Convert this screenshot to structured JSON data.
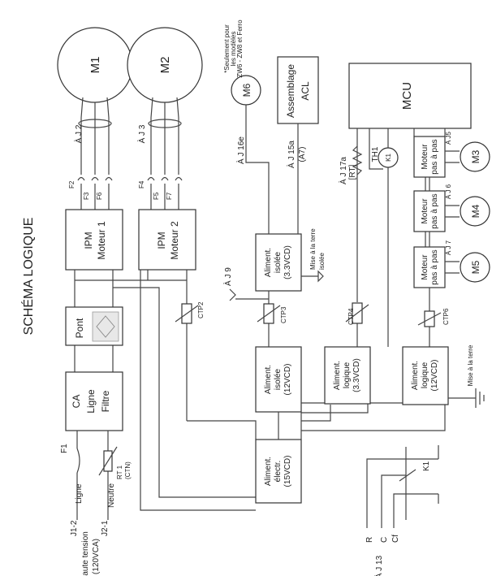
{
  "title": "SCHÉMA LOGIQUE",
  "motors": {
    "m1": "M1",
    "m2": "M2",
    "m3": "M3",
    "m4": "M4",
    "m5": "M5",
    "m6": "M6",
    "k1": "K1"
  },
  "blocks": {
    "filter": [
      "CA",
      "Ligne",
      "Filtre"
    ],
    "pont": "Pont",
    "ipm1": [
      "IPM",
      "Moteur 1"
    ],
    "ipm2": [
      "IPM",
      "Moteur 2"
    ],
    "psu15": [
      "Aliment.",
      "électr.",
      "(15VCD)"
    ],
    "psu12iso": [
      "Aliment.",
      "isolée",
      "(12VCD)"
    ],
    "psu33iso": [
      "Aliment.",
      "isolée",
      "(3.3VCD)"
    ],
    "psu33log": [
      "Aliment.",
      "logique",
      "(3.3VCD)"
    ],
    "psu12log": [
      "Aliment.",
      "logique",
      "(12VCD)"
    ],
    "acl": [
      "Assemblage",
      "ACL"
    ],
    "mcu": "MCU",
    "stepper": [
      "Moteur",
      "pas à pas"
    ]
  },
  "labels": {
    "j12": "À J 2",
    "j13": "À J 3",
    "j16e": "À J 16e",
    "j15a": "À J 15a",
    "j15a_sub": "(A7)",
    "j17a": "À J 17a",
    "rt_top": "[RT]",
    "th1": "TH1",
    "j5": "À J5",
    "j6": "À J 6",
    "j7": "À J 7",
    "j19": "À J 9",
    "j13b": "À J 13",
    "fuses": [
      "F2",
      "F3",
      "F6",
      "F4",
      "F5",
      "F7"
    ],
    "f1": "F1",
    "rt1": "RT 1",
    "rt1_sub": "(CTN)",
    "ctp": [
      "CTP2",
      "CTP3",
      "CTP4",
      "CTP6"
    ],
    "ligne": "Ligne",
    "neutre": "Neutre",
    "j1_2": "J1-2",
    "j2_1": "J2-1",
    "haute_tension": "Haute tension",
    "vca": "(120VCA)",
    "ground_iso": [
      "Mise à la terre",
      "isolée"
    ],
    "ground": "Mise à la terre",
    "note": [
      "*Seulement pour",
      "les modèles",
      "ZW6 - ZW8 et Ferro"
    ],
    "k1_pins": [
      "R",
      "C",
      "Cf"
    ]
  }
}
